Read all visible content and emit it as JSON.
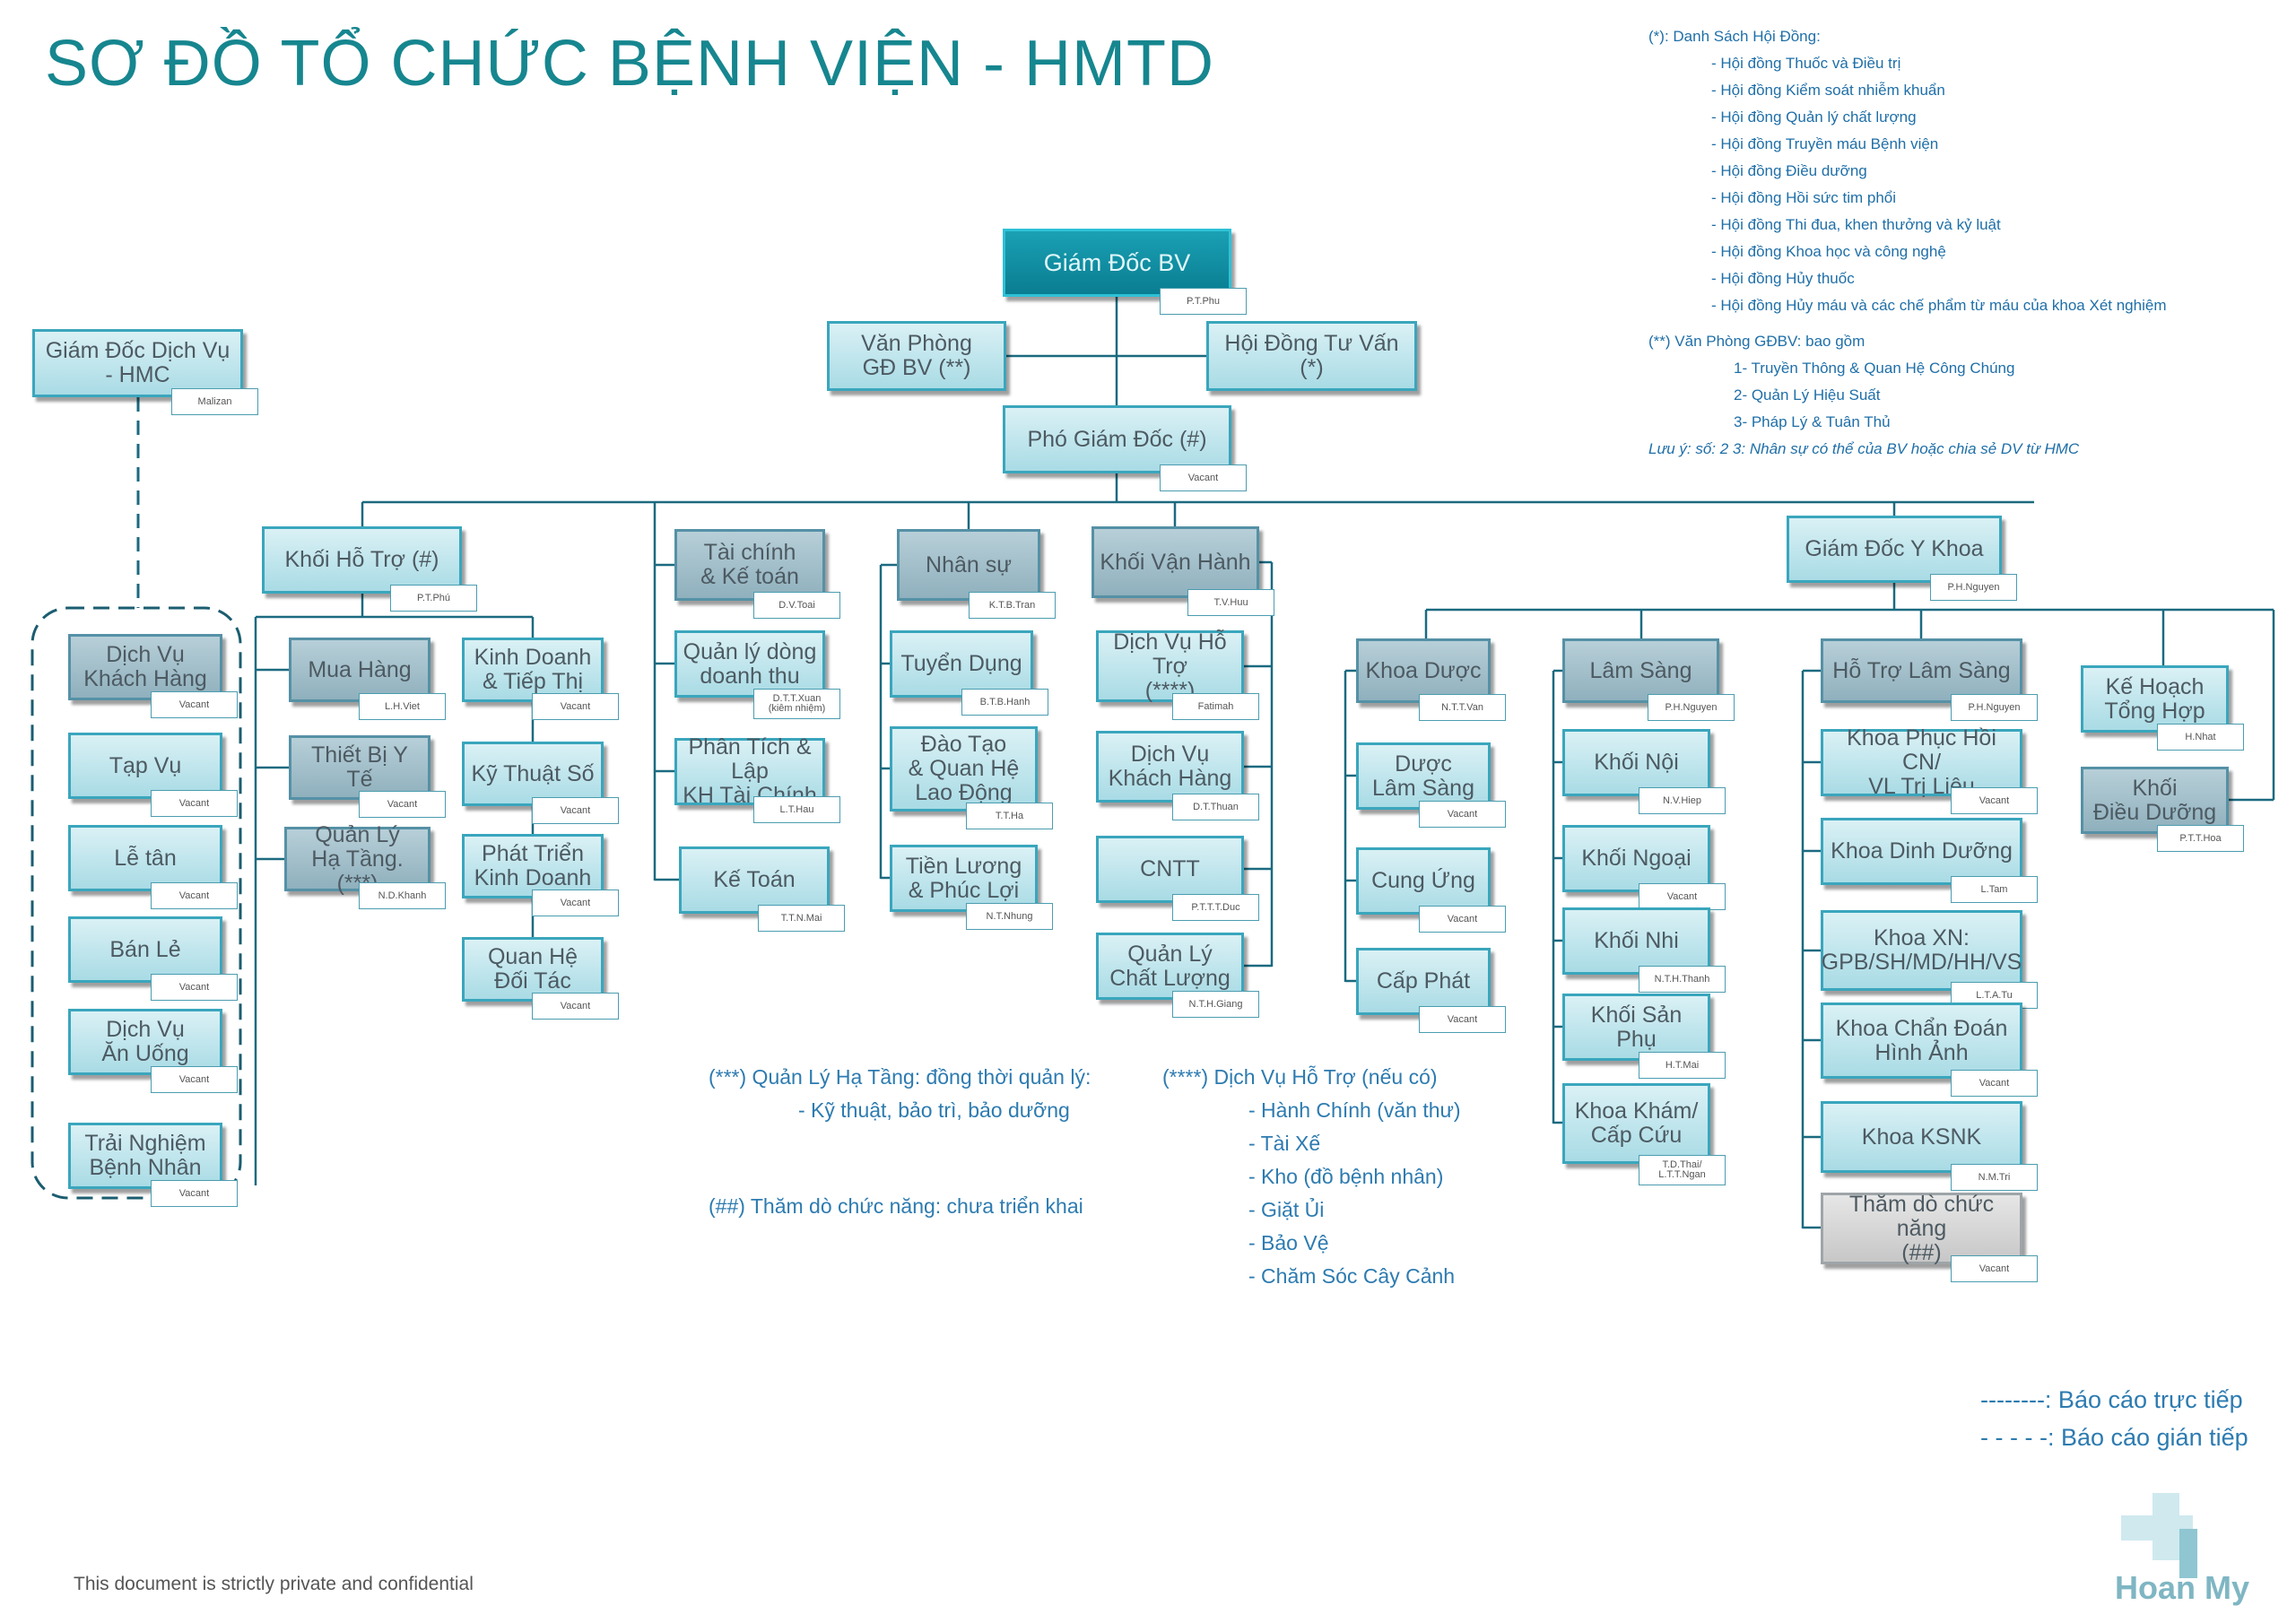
{
  "title": "SƠ ĐỒ TỔ CHỨC BỆNH VIỆN - HMTD",
  "footer": "This document is strictly private and confidential",
  "logo_text": "Hoan My",
  "colors": {
    "title": "#16868f",
    "box_border": "#3aa6bd",
    "box_fill": "#c5e8ef",
    "top_box": "#0a7d91",
    "notes": "#1f6fa8"
  },
  "notes_council": {
    "heading": "(*): Danh Sách Hội Đồng:",
    "items": [
      "Hội đồng Thuốc và Điều trị",
      "Hội đồng Kiểm soát nhiễm khuẩn",
      "Hội đồng Quản lý chất lượng",
      "Hội đồng Truyền máu Bệnh viện",
      "Hội đồng Điều dưỡng",
      "Hội đồng Hồi sức tim phổi",
      "Hội đồng Thi đua, khen thưởng và kỷ luật",
      "Hội đồng Khoa học và công nghệ",
      "Hội đồng Hủy thuốc",
      "Hội đồng Hủy máu và các chế phẩm từ máu của khoa Xét nghiệm"
    ]
  },
  "notes_office": {
    "heading": "(**) Văn Phòng GĐBV: bao gồm",
    "items": [
      "1- Truyền Thông & Quan Hệ Công Chúng",
      "2- Quản Lý Hiệu Suất",
      "3- Pháp Lý & Tuân Thủ"
    ],
    "remark": "Lưu ý: số: 2 3: Nhân sự có thể của BV hoặc chia sẻ DV từ HMC"
  },
  "notes_infra": {
    "line1": "(***) Quản Lý Hạ Tầng: đồng thời quản lý:",
    "line2": "- Kỹ thuật, bảo trì, bảo dưỡng"
  },
  "notes_probe": "(##) Thăm dò chức năng: chưa triển khai",
  "notes_support": {
    "heading": "(****) Dịch Vụ Hỗ Trợ (nếu có)",
    "items": [
      "- Hành Chính (văn thư)",
      "- Tài Xế",
      "- Kho (đồ bệnh nhân)",
      "- Giặt Ủi",
      "- Bảo Vệ",
      "- Chăm Sóc Cây Cảnh"
    ]
  },
  "legend": {
    "direct": "--------: Báo cáo trực tiếp",
    "indirect": "- - - - -: Báo cáo gián tiếp"
  },
  "units": [
    {
      "id": "gd",
      "label": "Giám Đốc BV",
      "person": "P.T.Phu",
      "style": "top"
    },
    {
      "id": "vp",
      "label": "Văn Phòng\nGĐ BV (**)",
      "person": ""
    },
    {
      "id": "hd",
      "label": "Hội Đồng Tư Vấn (*)",
      "person": ""
    },
    {
      "id": "pgd",
      "label": "Phó Giám Đốc (#)",
      "person": "Vacant"
    },
    {
      "id": "gddv",
      "label": "Giám Đốc Dịch Vụ\n- HMC",
      "person": "Malizan"
    },
    {
      "id": "dvkh",
      "label": "Dịch Vụ\nKhách Hàng",
      "person": "Vacant",
      "style": "dark"
    },
    {
      "id": "tapvu",
      "label": "Tạp Vụ",
      "person": "Vacant"
    },
    {
      "id": "letan",
      "label": "Lễ tân",
      "person": "Vacant"
    },
    {
      "id": "banle",
      "label": "Bán Lẻ",
      "person": "Vacant"
    },
    {
      "id": "dvau",
      "label": "Dịch Vụ\nĂn Uống",
      "person": "Vacant"
    },
    {
      "id": "tnbn",
      "label": "Trải Nghiệm\nBệnh Nhân",
      "person": "Vacant"
    },
    {
      "id": "khht",
      "label": "Khối Hỗ Trợ (#)",
      "person": "P.T.Phú"
    },
    {
      "id": "muahang",
      "label": "Mua Hàng",
      "person": "L.H.Viet",
      "style": "dark"
    },
    {
      "id": "tbyt",
      "label": "Thiết Bị Y Tế",
      "person": "Vacant",
      "style": "dark"
    },
    {
      "id": "qlht",
      "label": "Quản Lý\nHạ Tầng. (***)",
      "person": "N.D.Khanh",
      "style": "dark"
    },
    {
      "id": "kdtt",
      "label": "Kinh Doanh\n& Tiếp Thị",
      "person": "Vacant"
    },
    {
      "id": "kts",
      "label": "Kỹ Thuật Số",
      "person": "Vacant"
    },
    {
      "id": "ptkd",
      "label": "Phát Triển\nKinh Doanh",
      "person": "Vacant"
    },
    {
      "id": "qhdt",
      "label": "Quan Hệ\nĐối Tác",
      "person": "Vacant"
    },
    {
      "id": "tckt",
      "label": "Tài chính\n& Kế toán",
      "person": "D.V.Toai",
      "style": "dark"
    },
    {
      "id": "qldt",
      "label": "Quản lý dòng\ndoanh thu",
      "person": "D.T.T.Xuan\n(kiêm nhiệm)"
    },
    {
      "id": "ptlk",
      "label": "Phân Tích & Lập\nKH Tài Chính",
      "person": "L.T.Hau"
    },
    {
      "id": "ketoan",
      "label": "Kế Toán",
      "person": "T.T.N.Mai"
    },
    {
      "id": "nhansu",
      "label": "Nhân sự",
      "person": "K.T.B.Tran",
      "style": "dark"
    },
    {
      "id": "tuyendung",
      "label": "Tuyển Dụng",
      "person": "B.T.B.Hanh"
    },
    {
      "id": "daotao",
      "label": "Đào Tạo\n& Quan Hệ\nLao Động",
      "person": "T.T.Ha"
    },
    {
      "id": "tienluong",
      "label": "Tiền Lương\n& Phúc Lợi",
      "person": "N.T.Nhung"
    },
    {
      "id": "kvh",
      "label": "Khối Vận Hành",
      "person": "T.V.Huu",
      "style": "dark"
    },
    {
      "id": "dvht",
      "label": "Dịch Vụ Hỗ Trợ\n(****)",
      "person": "Fatimah"
    },
    {
      "id": "dvkh2",
      "label": "Dịch Vụ\nKhách Hàng",
      "person": "D.T.Thuan"
    },
    {
      "id": "cntt",
      "label": "CNTT",
      "person": "P.T.T.T.Duc"
    },
    {
      "id": "qlcl",
      "label": "Quản Lý\nChất Lượng",
      "person": "N.T.H.Giang"
    },
    {
      "id": "gdyk",
      "label": "Giám Đốc Y Khoa",
      "person": "P.H.Nguyen"
    },
    {
      "id": "khoaduoc",
      "label": "Khoa Dược",
      "person": "N.T.T.Van",
      "style": "dark"
    },
    {
      "id": "duocls",
      "label": "Dược\nLâm Sàng",
      "person": "Vacant"
    },
    {
      "id": "cungung",
      "label": "Cung Ứng",
      "person": "Vacant"
    },
    {
      "id": "capphat",
      "label": "Cấp Phát",
      "person": "Vacant"
    },
    {
      "id": "lamsang",
      "label": "Lâm Sàng",
      "person": "P.H.Nguyen",
      "style": "dark"
    },
    {
      "id": "khoinoi",
      "label": "Khối Nội",
      "person": "N.V.Hiep"
    },
    {
      "id": "khoingoai",
      "label": "Khối Ngoại",
      "person": "Vacant"
    },
    {
      "id": "khoinhi",
      "label": "Khối Nhi",
      "person": "N.T.H.Thanh"
    },
    {
      "id": "khoisan",
      "label": "Khối Sản Phụ",
      "person": "H.T.Mai"
    },
    {
      "id": "khoakham",
      "label": "Khoa Khám/\nCấp Cứu",
      "person": "T.D.Thai/\nL.T.T.Ngan"
    },
    {
      "id": "htls",
      "label": "Hỗ Trợ Lâm Sàng",
      "person": "P.H.Nguyen",
      "style": "dark"
    },
    {
      "id": "phcn",
      "label": "Khoa Phục Hồi CN/\nVL Trị Liệu",
      "person": "Vacant"
    },
    {
      "id": "dinhduong",
      "label": "Khoa Dinh Dưỡng",
      "person": "L.Tam"
    },
    {
      "id": "xn",
      "label": "Khoa XN:\nGPB/SH/MD/HH/VS",
      "person": "L.T.A.Tu"
    },
    {
      "id": "cdha",
      "label": "Khoa Chẩn Đoán\nHình Ảnh",
      "person": "Vacant"
    },
    {
      "id": "ksnk",
      "label": "Khoa KSNK",
      "person": "N.M.Tri"
    },
    {
      "id": "tdcn",
      "label": "Thăm dò chức năng\n(##)",
      "person": "Vacant",
      "style": "grey"
    },
    {
      "id": "khth",
      "label": "Kế Hoạch\nTổng Hợp",
      "person": "H.Nhat"
    },
    {
      "id": "kdd",
      "label": "Khối\nĐiều Dưỡng",
      "person": "P.T.T.Hoa",
      "style": "dark"
    }
  ]
}
